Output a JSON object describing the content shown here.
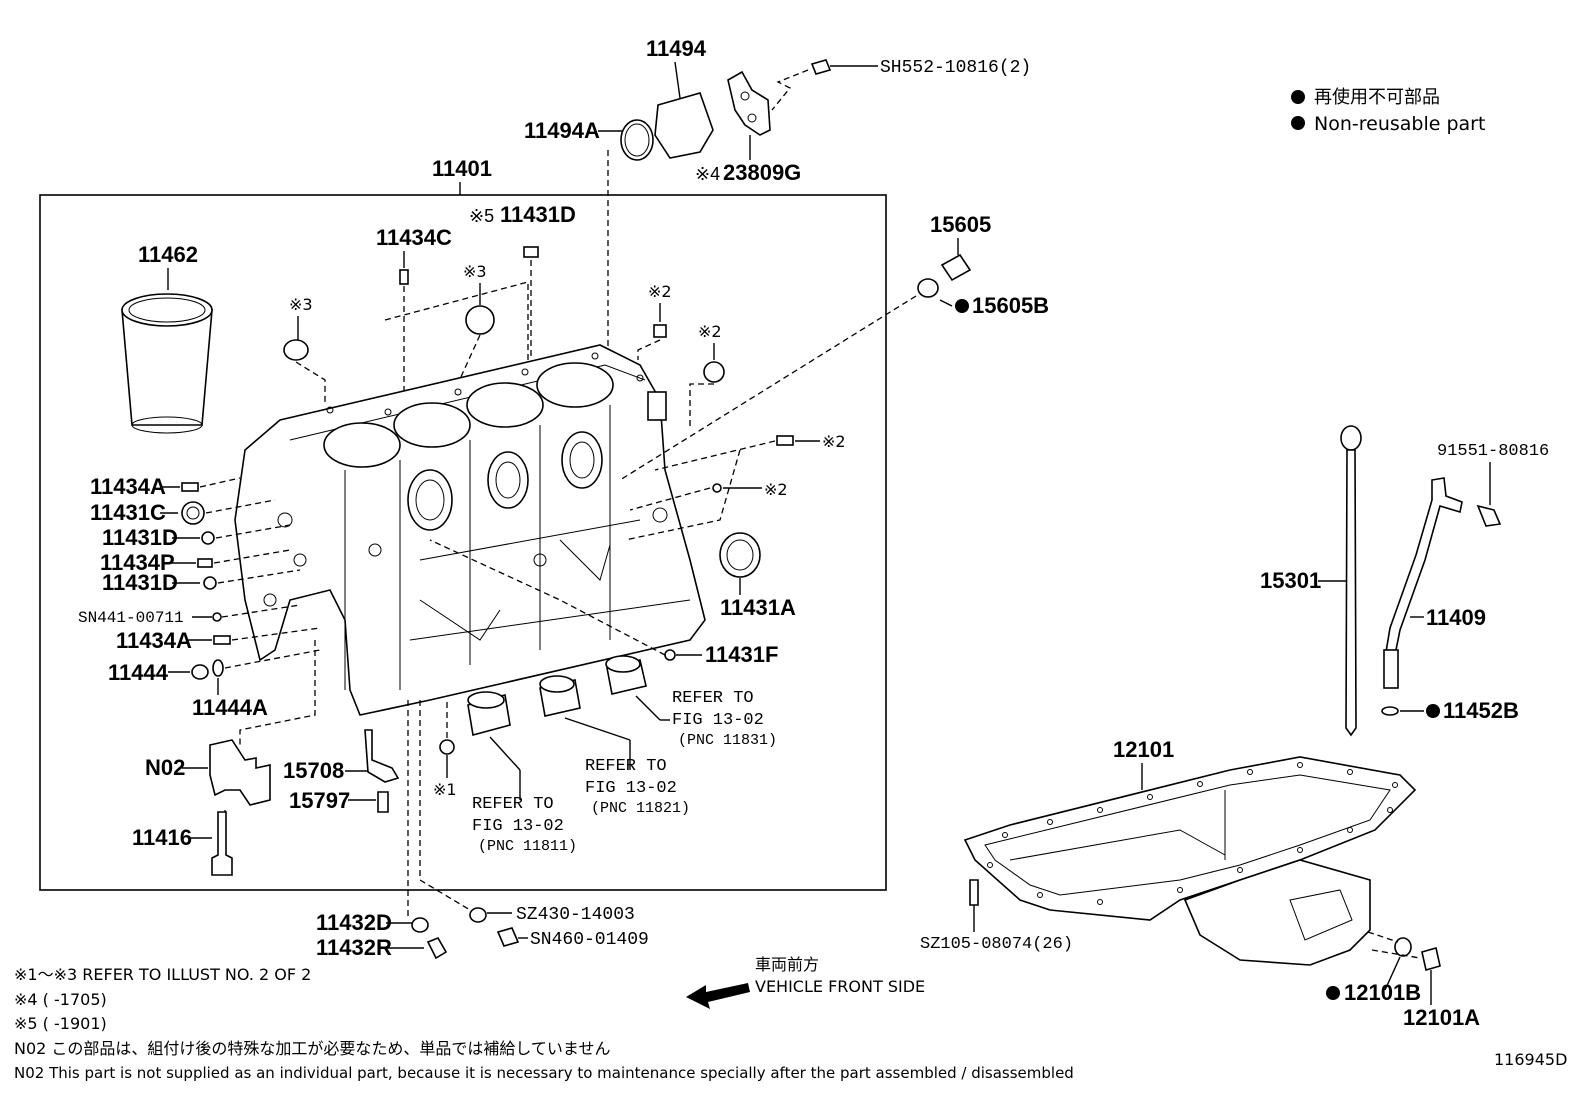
{
  "frame_label": "11401",
  "legend": {
    "jp": "再使用不可部品",
    "en": "Non-reusable part"
  },
  "labels": {
    "l11494": "11494",
    "l11494A": "11494A",
    "lSH552": "SH552-10816(2)",
    "l23809G_mark": "※4",
    "l23809G": "23809G",
    "l11462": "11462",
    "l11434C": "11434C",
    "l11431D_top_mark": "※5",
    "l11431D_top": "11431D",
    "l15605": "15605",
    "l15605B": "15605B",
    "lref3a": "※3",
    "lref3b": "※3",
    "lref2a": "※2",
    "lref2b": "※2",
    "lref2c": "※2",
    "lref2d": "※2",
    "lref1": "※1",
    "l11434A_1": "11434A",
    "l11431C": "11431C",
    "l11431D_1": "11431D",
    "l11434P": "11434P",
    "l11431D_2": "11431D",
    "lSN441": "SN441-00711",
    "l11434A_2": "11434A",
    "l11444": "11444",
    "l11444A": "11444A",
    "l11431A": "11431A",
    "l11431F": "11431F",
    "lN02": "N02",
    "l15708": "15708",
    "l15797": "15797",
    "l11416": "11416",
    "l11432D": "11432D",
    "l11432R": "11432R",
    "lSZ430": "SZ430-14003",
    "lSN460": "SN460-01409",
    "l15301": "15301",
    "l91551": "91551-80816",
    "l11409": "11409",
    "l11452B": "11452B",
    "l12101": "12101",
    "lSZ105": "SZ105-08074(26)",
    "l12101B": "12101B",
    "l12101A": "12101A"
  },
  "refers": {
    "r1": [
      "REFER TO",
      "FIG 13-02",
      "(PNC 11811)"
    ],
    "r2": [
      "REFER TO",
      "FIG 13-02",
      "(PNC 11821)"
    ],
    "r3": [
      "REFER TO",
      "FIG 13-02",
      "(PNC 11831)"
    ]
  },
  "direction": {
    "jp": "車両前方",
    "en": "VEHICLE FRONT SIDE"
  },
  "notes": {
    "n1": "※1～※3  REFER TO ILLUST NO. 2 OF 2",
    "n4": "※4 (       -1705)",
    "n5": "※5 (       -1901)",
    "n02_jp": "N02  この部品は、組付け後の特殊な加工が必要なため、単品では補給していません",
    "n02_en": "N02  This part is not supplied as an individual part, because it is necessary to maintenance specially after the part assembled / disassembled"
  },
  "illust_no": "116945D"
}
